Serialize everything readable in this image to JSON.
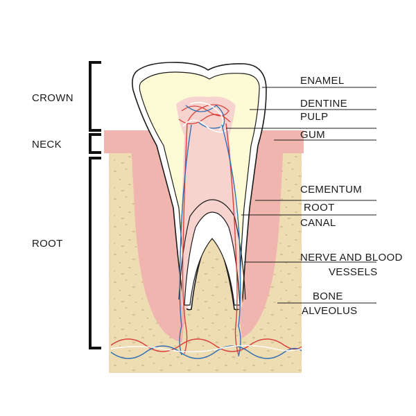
{
  "sections": {
    "crown": "CROWN",
    "neck": "NECK",
    "root": "ROOT"
  },
  "labels": {
    "enamel": "ENAMEL",
    "dentine": "DENTINE",
    "pulp": "PULP",
    "gum": "GUM",
    "cementum": "CEMENTUM",
    "root_canal_line1": "ROOT",
    "root_canal_line2": "CANAL",
    "nerve_line1": "NERVE AND BLOOD",
    "nerve_line2": "VESSELS",
    "bone_line1": "BONE",
    "bone_line2": "ALVEOLUS"
  },
  "colors": {
    "bone": "#eedcb3",
    "bone_speckle": "#d9c294",
    "gum": "#f1b5b0",
    "gum_dark": "#e79f99",
    "enamel": "#ffffff",
    "dentine": "#fdfbd6",
    "pulp": "#f7d3cf",
    "nerve_red": "#d9413a",
    "vessel_blue": "#2f6fb3",
    "line": "#1a1a1a"
  }
}
